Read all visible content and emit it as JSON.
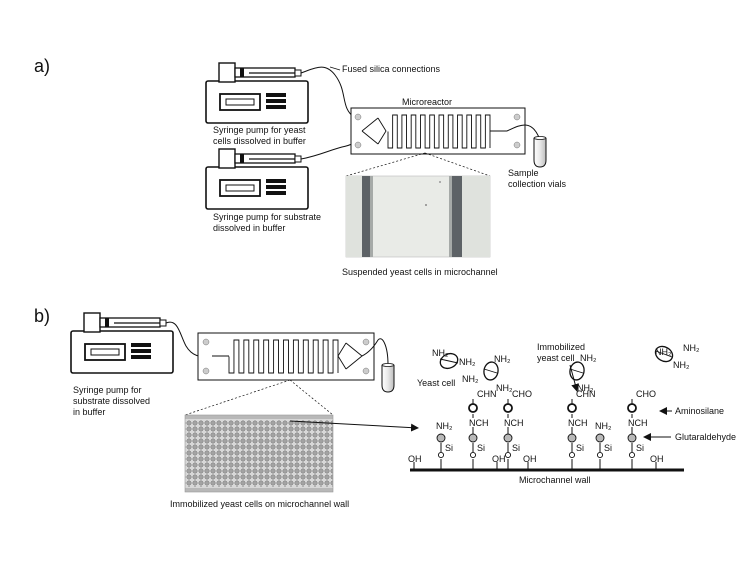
{
  "panel_a": {
    "label": "a)",
    "fused_silica": "Fused silica connections",
    "microreactor": "Microreactor",
    "pump_yeast": "Syringe pump for yeast\ncells  dissolved in buffer",
    "pump_substrate": "Syringe pump for substrate\ndissolved in buffer",
    "sample_vials": "Sample\ncollection vials",
    "suspended_caption": "Suspended yeast cells in microchannel"
  },
  "panel_b": {
    "label": "b)",
    "pump_substrate": "Syringe pump  for\nsubstrate dissolved\nin buffer",
    "immobilized_caption": "Immobilized yeast cells on microchannel wall",
    "yeast_cell": "Yeast cell",
    "immobilized_cell": "Immobilized\nyeast cell",
    "aminosilane": "Aminosilane",
    "glutaraldehyde": "Glutaraldehyde",
    "wall": "Microchannel wall",
    "chem": {
      "nh2": "NH₂",
      "chn": "CHN",
      "cho": "CHO",
      "nch": "NCH",
      "si": "Si",
      "oh": "OH"
    }
  }
}
